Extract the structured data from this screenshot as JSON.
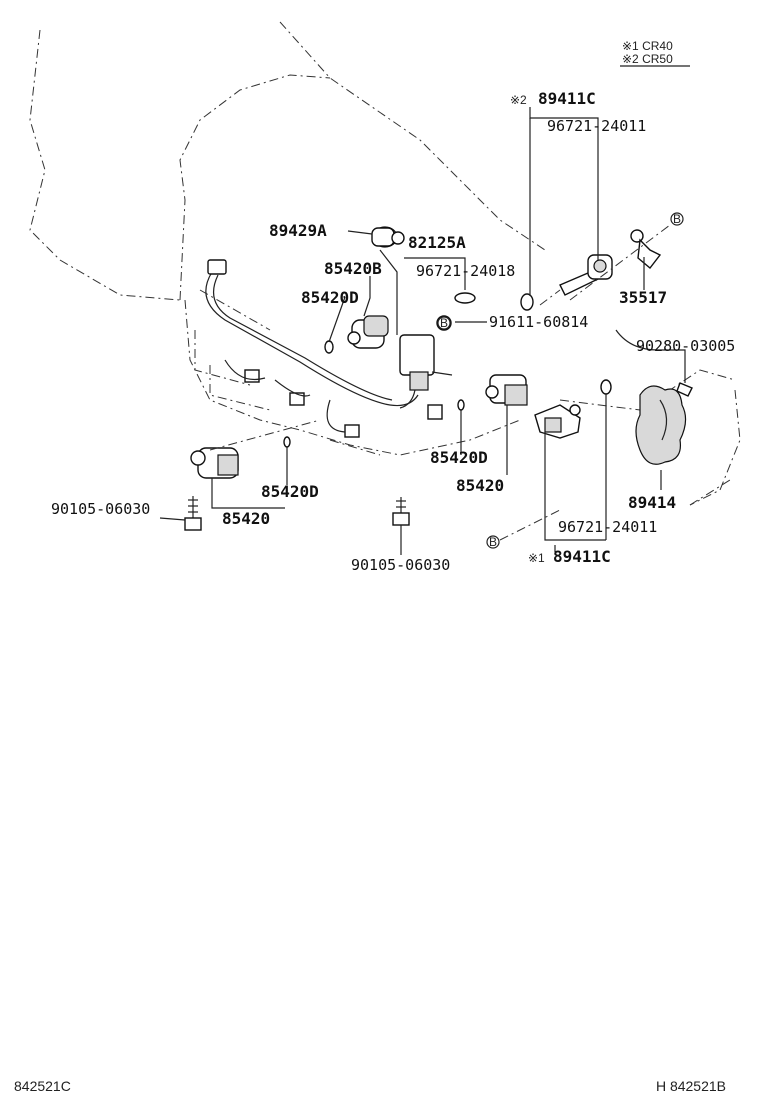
{
  "legend": {
    "note1": "※1 CR40",
    "note2": "※2 CR50"
  },
  "labels": {
    "p89411c_top": "89411C",
    "mark2": "※2",
    "p96721_24011_top": "96721-24011",
    "p89429a": "89429A",
    "p82125a": "82125A",
    "p85420b": "85420B",
    "p96721_24018": "96721-24018",
    "p85420d_top": "85420D",
    "p35517": "35517",
    "p91611_60814": "91611-60814",
    "p90280_03005": "90280-03005",
    "p85420d_mid": "85420D",
    "p85420_mid": "85420",
    "p85420d_left": "85420D",
    "p90105_left": "90105-06030",
    "p85420_left": "85420",
    "p89414": "89414",
    "p96721_24011_bot": "96721-24011",
    "p89411c_bot": "89411C",
    "mark1": "※1",
    "p90105_bot": "90105-06030",
    "ref_b": "B"
  },
  "footer": {
    "left_code": "842521C",
    "right_code": "H 842521B"
  }
}
